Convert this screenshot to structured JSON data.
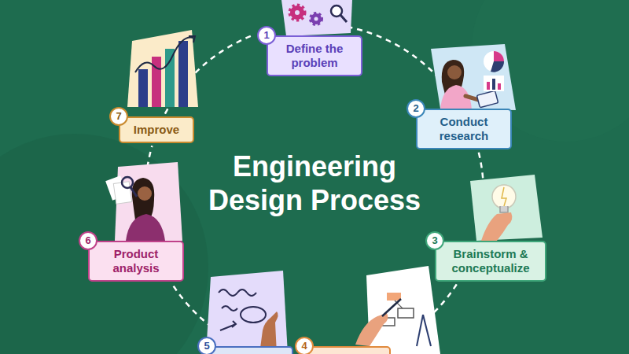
{
  "diagram": {
    "title": "Engineering Design Process",
    "nodes": [
      {
        "text": [
          "1",
          "Define the problem"
        ]
      },
      {
        "text": [
          "2",
          "Conduct research"
        ]
      },
      {
        "text": [
          "3",
          "Brainstorm & conceptualize"
        ]
      },
      {
        "text": [
          "4"
        ]
      },
      {
        "text": [
          "5"
        ]
      },
      {
        "text": [
          "6",
          "Product analysis"
        ]
      },
      {
        "text": [
          "7",
          "Improve"
        ]
      }
    ],
    "edges": [
      {
        "from": 0,
        "to": 1,
        "arrow": "none"
      },
      {
        "from": 1,
        "to": 2,
        "arrow": "none"
      },
      {
        "from": 2,
        "to": 3,
        "arrow": "none"
      },
      {
        "from": 3,
        "to": 4,
        "arrow": "none"
      },
      {
        "from": 4,
        "to": 5,
        "arrow": "none"
      },
      {
        "from": 5,
        "to": 6,
        "arrow": "none"
      },
      {
        "from": 6,
        "to": 0,
        "arrow": "none"
      }
    ]
  }
}
